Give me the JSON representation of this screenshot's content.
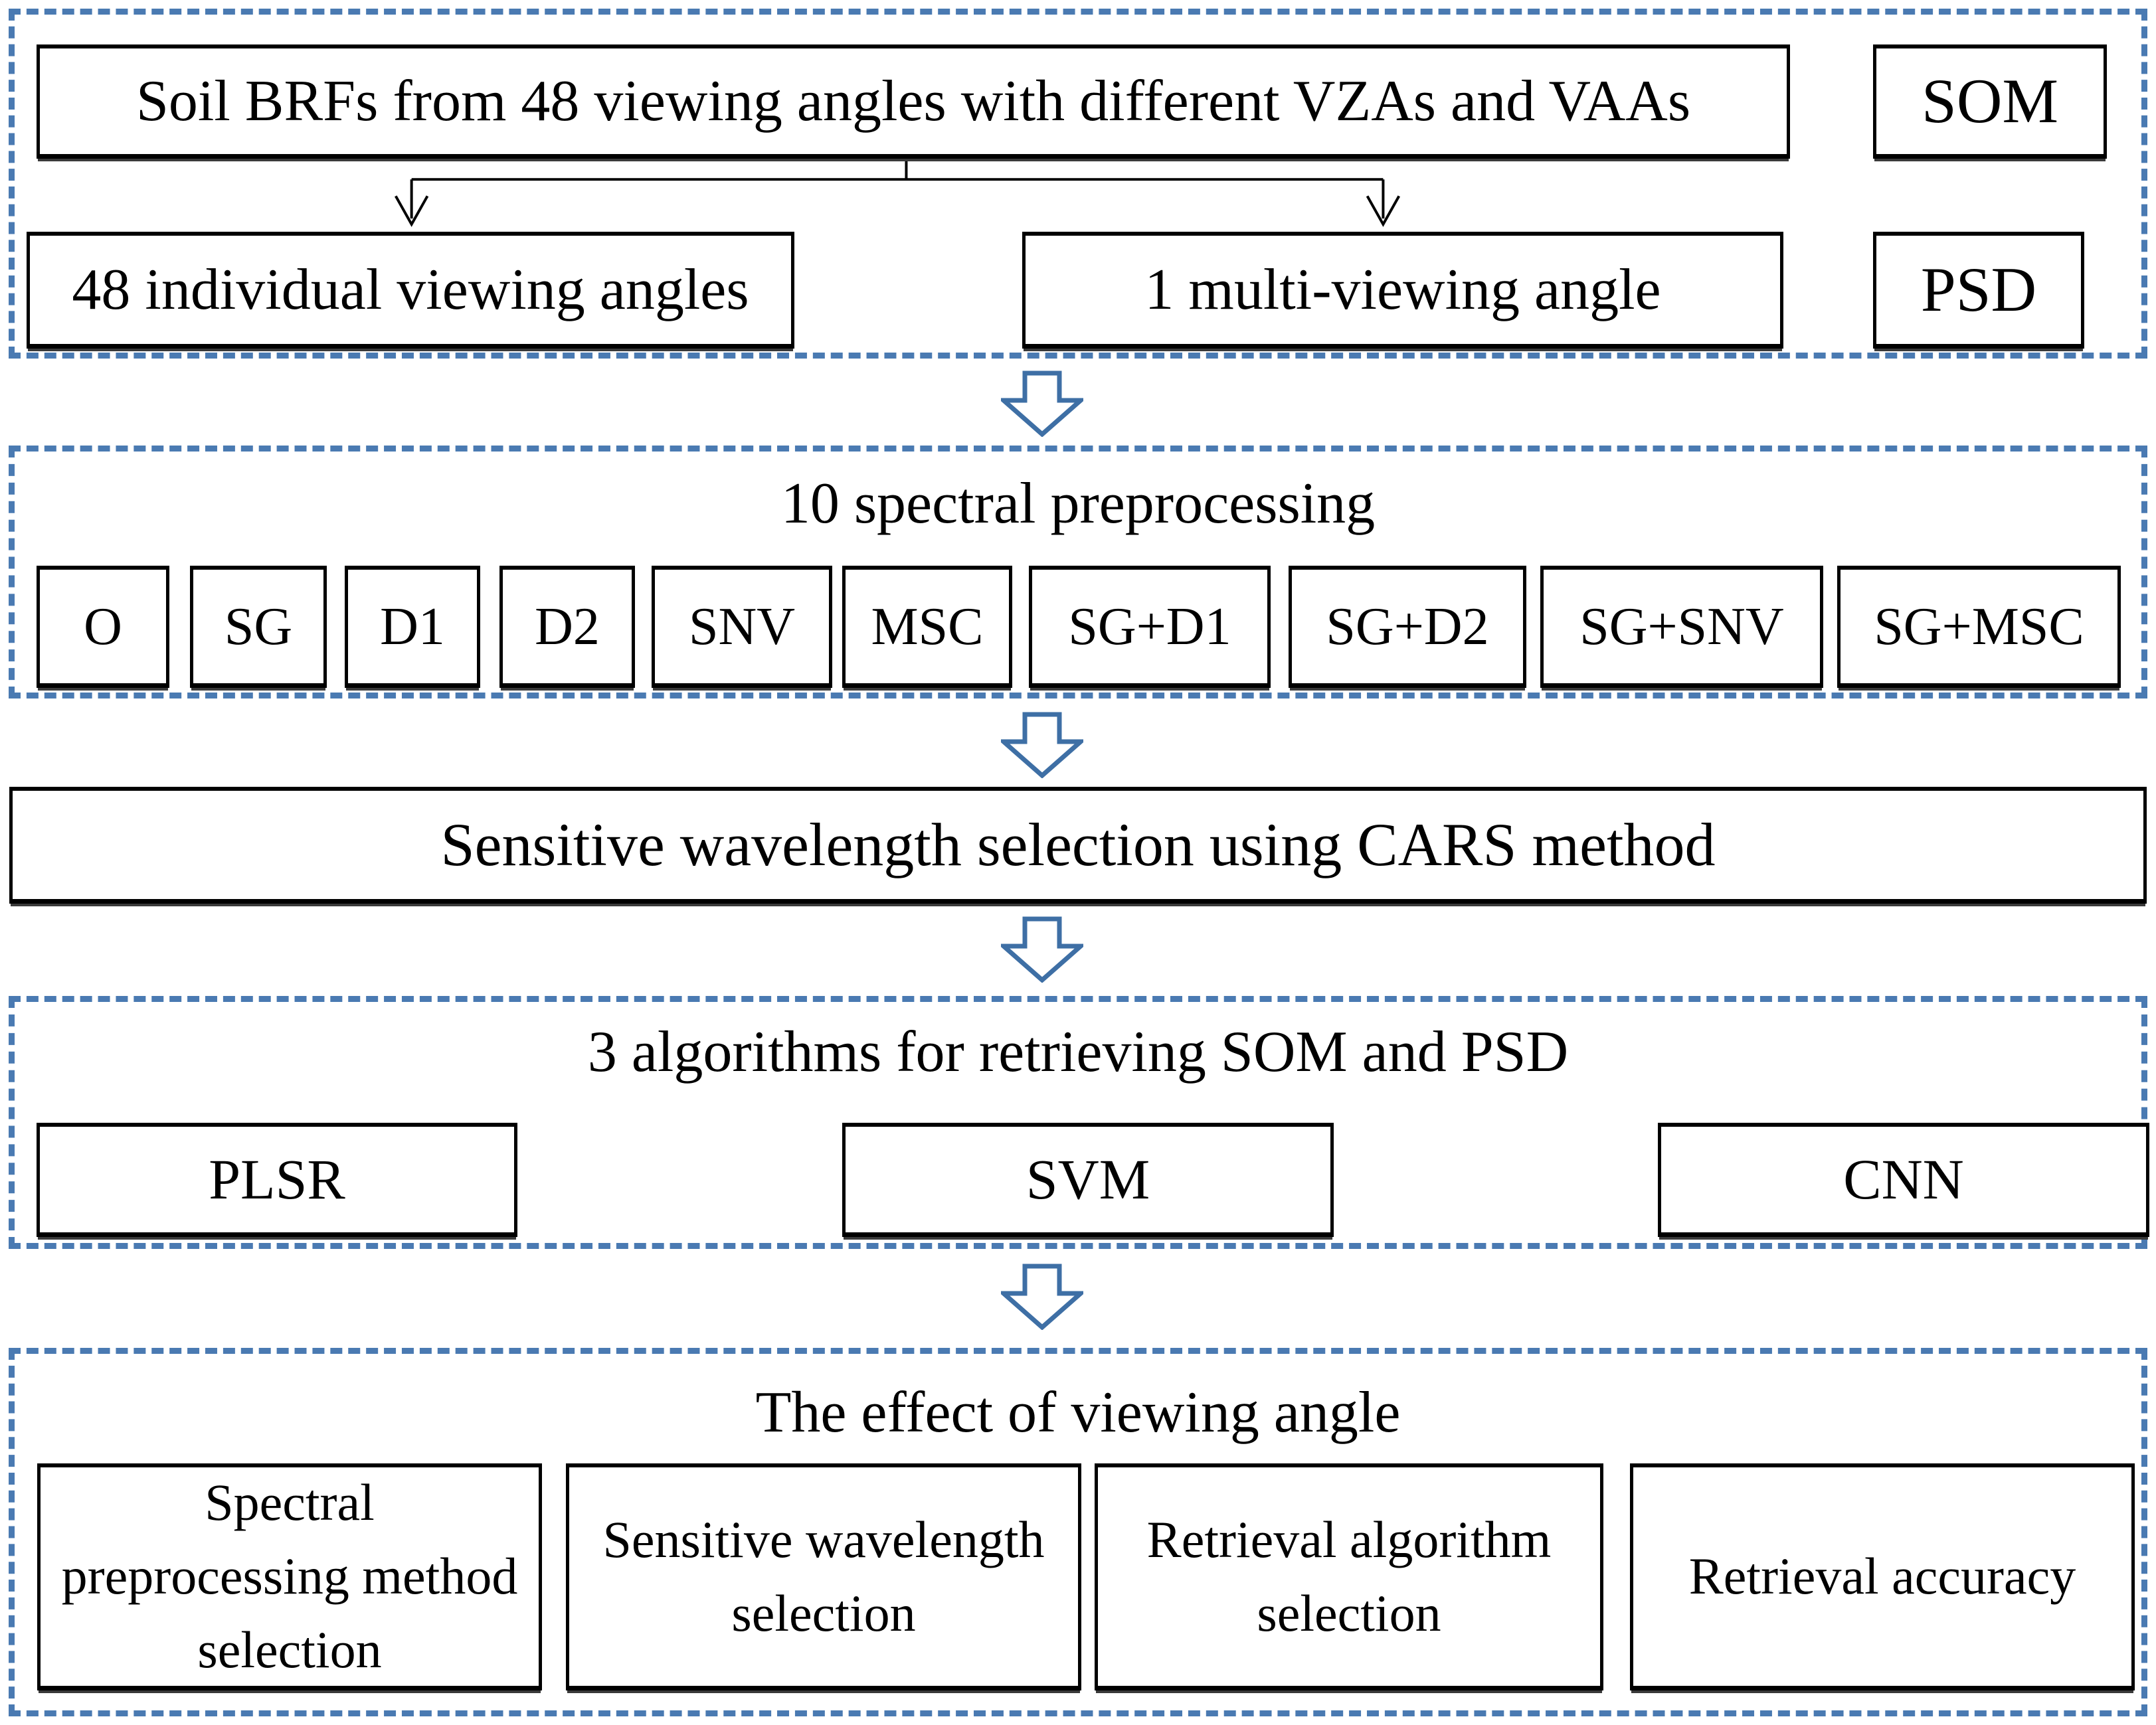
{
  "colors": {
    "dash_blue": "#4a7ab2",
    "arrow_blue": "#3e6fa5",
    "line_black": "#000000"
  },
  "s1": {
    "main": "Soil BRFs from 48 viewing angles with different VZAs and VAAs",
    "som": "SOM",
    "psd": "PSD",
    "individual": "48 individual viewing angles",
    "multi": "1 multi-viewing angle"
  },
  "s2": {
    "title": "10 spectral preprocessing",
    "boxes": [
      "O",
      "SG",
      "D1",
      "D2",
      "SNV",
      "MSC",
      "SG+D1",
      "SG+D2",
      "SG+SNV",
      "SG+MSC"
    ]
  },
  "cars": {
    "label": "Sensitive wavelength selection using CARS method"
  },
  "s3": {
    "title": "3 algorithms for retrieving SOM and PSD",
    "boxes": [
      "PLSR",
      "SVM",
      "CNN"
    ]
  },
  "s4": {
    "title": "The effect of viewing angle",
    "boxes": [
      "Spectral preprocessing method selection",
      "Sensitive wavelength selection",
      "Retrieval algorithm selection",
      "Retrieval accuracy"
    ]
  }
}
